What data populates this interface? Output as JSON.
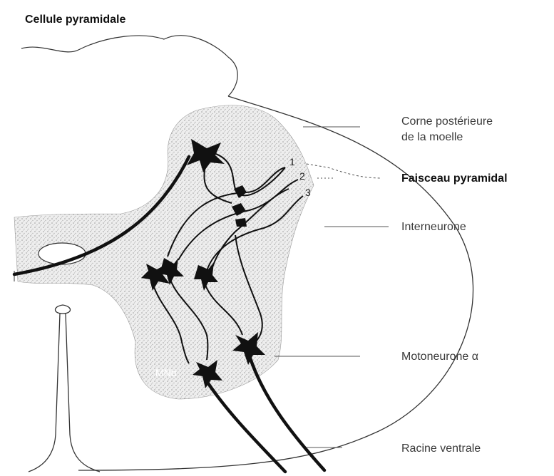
{
  "title": "Cellule pyramidale",
  "labels": {
    "corne_line1": "Corne postérieure",
    "corne_line2": "de la moelle",
    "faisceau": "Faisceau pyramidal",
    "interneurone": "Interneurone",
    "motoneurone": "Motoneurone α",
    "racine": "Racine ventrale",
    "mn_alpha": "MNα"
  },
  "fiber_numbers": [
    "1",
    "2",
    "3"
  ]
}
